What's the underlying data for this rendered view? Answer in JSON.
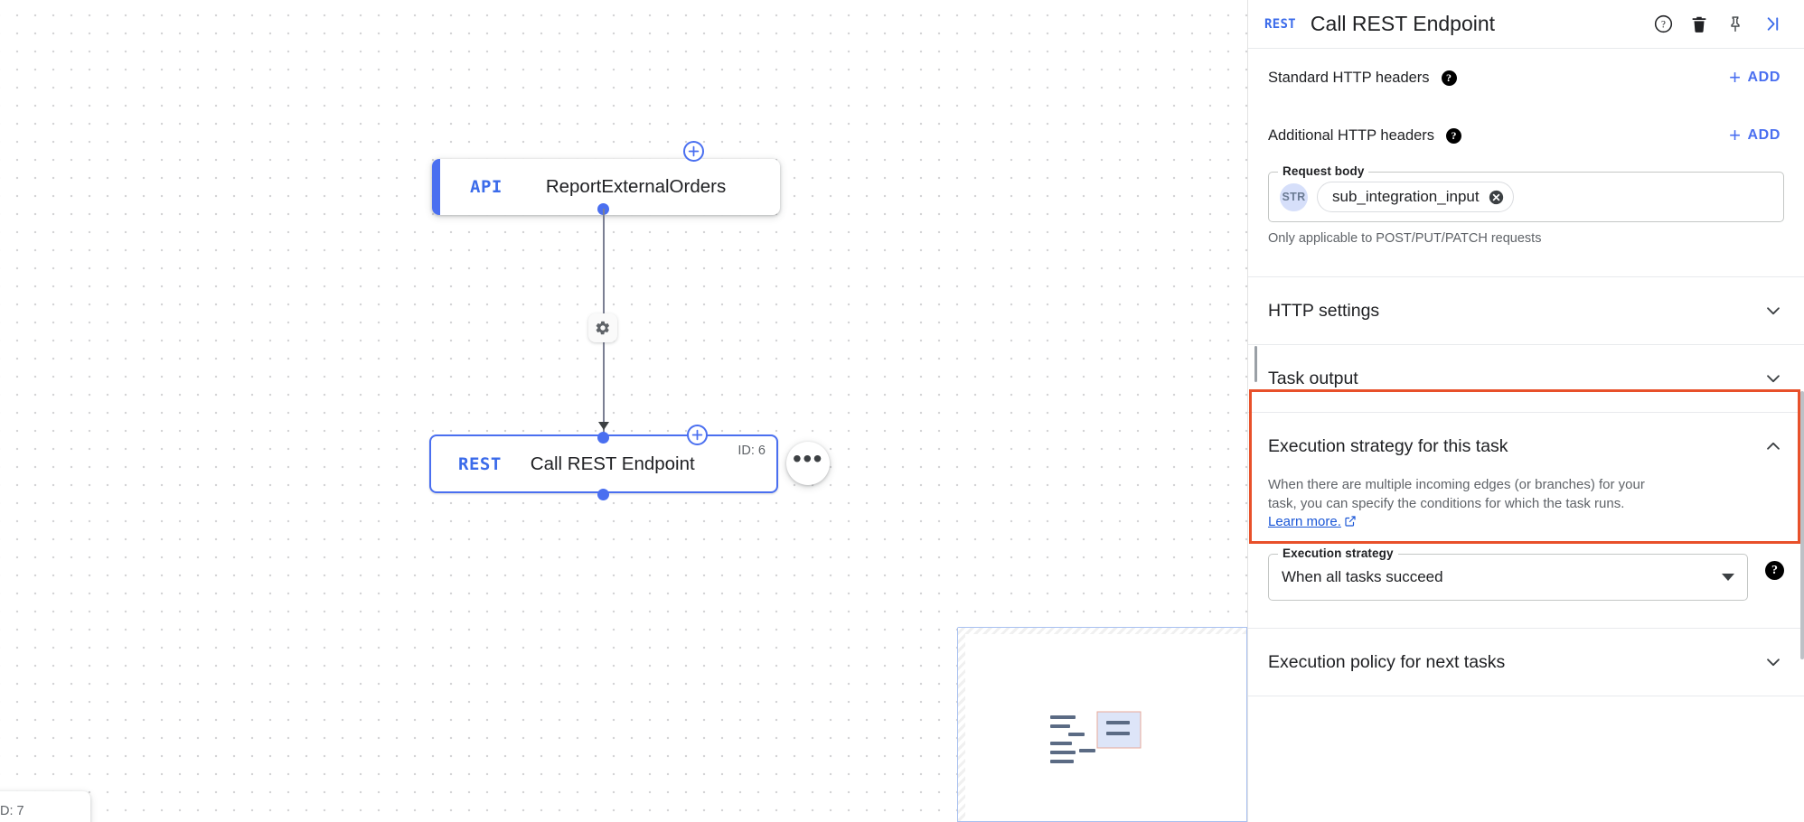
{
  "canvas": {
    "nodes": [
      {
        "icon_label": "API",
        "title": "ReportExternalOrders",
        "id_label": ""
      },
      {
        "icon_label": "REST",
        "title": "Call REST Endpoint",
        "id_label": "ID: 6"
      }
    ],
    "partial_id_label": "D: 7",
    "edge_gear_icon": "gear-icon",
    "more_options_label": "•••"
  },
  "panel": {
    "header": {
      "tag": "REST",
      "title": "Call REST Endpoint",
      "icons": [
        "help-circle-icon",
        "trash-icon",
        "pin-icon",
        "collapse-panel-icon"
      ]
    },
    "standard_headers": {
      "label": "Standard HTTP headers",
      "help": "?",
      "add_label": "ADD",
      "add_plus": "+"
    },
    "additional_headers": {
      "label": "Additional HTTP headers",
      "help": "?",
      "add_label": "ADD",
      "add_plus": "+"
    },
    "request_body": {
      "legend": "Request body",
      "type_badge": "STR",
      "chip_value": "sub_integration_input",
      "helper": "Only applicable to POST/PUT/PATCH requests"
    },
    "http_settings": {
      "title": "HTTP settings",
      "expanded": false,
      "chevron": "chevron-down-icon"
    },
    "task_output": {
      "title": "Task output",
      "expanded": false,
      "chevron": "chevron-down-icon"
    },
    "execution_strategy": {
      "title": "Execution strategy for this task",
      "expanded": true,
      "chevron": "chevron-up-icon",
      "description_line1": "When there are multiple incoming edges (or branches) for your task,",
      "description_line2": "you can specify the conditions for which the task runs.",
      "link_text": "Learn more.",
      "field_legend": "Execution strategy",
      "field_value": "When all tasks succeed",
      "field_help": "?",
      "highlight_color": "#e8502a"
    },
    "execution_policy": {
      "title": "Execution policy for next tasks",
      "expanded": false,
      "chevron": "chevron-down-icon"
    }
  },
  "colors": {
    "accent_blue": "#4a6ff0",
    "link_blue": "#1a56d6",
    "highlight_orange": "#e8502a",
    "text_primary": "#202124",
    "text_secondary": "#5f6368"
  }
}
